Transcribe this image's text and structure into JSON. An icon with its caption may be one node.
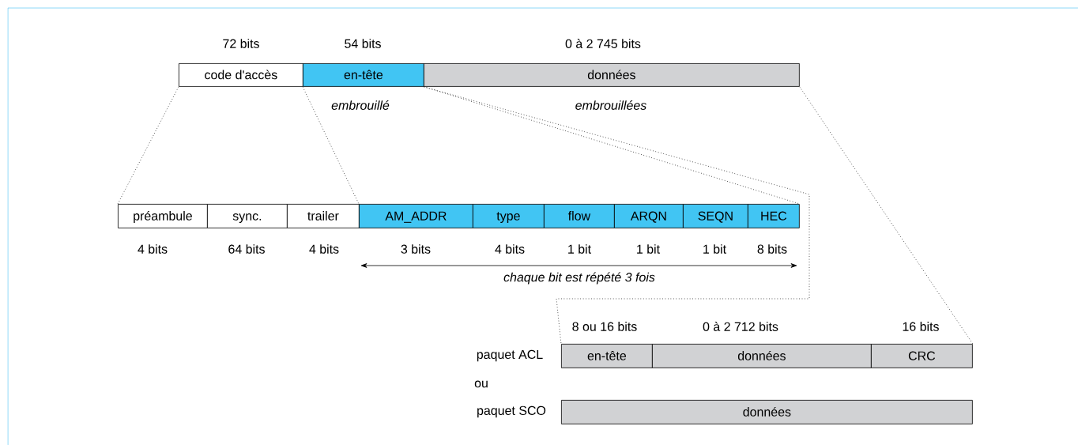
{
  "diagram": {
    "nodes": [
      {
        "text": [
          "code d'accès"
        ],
        "beside": [
          "72 bits"
        ]
      },
      {
        "text": [
          "en-tête"
        ],
        "beside": [
          "54 bits",
          "embrouillé"
        ]
      },
      {
        "text": [
          "données"
        ],
        "beside": [
          "0 à 2 745 bits",
          "embrouillées"
        ]
      },
      {
        "text": [
          "préambule"
        ],
        "beside": [
          "4 bits"
        ]
      },
      {
        "text": [
          "sync."
        ],
        "beside": [
          "64 bits"
        ]
      },
      {
        "text": [
          "trailer"
        ],
        "beside": [
          "4 bits"
        ]
      },
      {
        "text": [
          "AM_ADDR"
        ],
        "beside": [
          "3 bits"
        ]
      },
      {
        "text": [
          "type"
        ],
        "beside": [
          "4 bits"
        ]
      },
      {
        "text": [
          "flow"
        ],
        "beside": [
          "1 bit"
        ]
      },
      {
        "text": [
          "ARQN"
        ],
        "beside": [
          "1 bit"
        ]
      },
      {
        "text": [
          "SEQN"
        ],
        "beside": [
          "1 bit"
        ]
      },
      {
        "text": [
          "HEC"
        ],
        "beside": [
          "8 bits"
        ]
      },
      {
        "text": [
          "en-tête"
        ],
        "beside": [
          "8 ou 16 bits"
        ]
      },
      {
        "text": [
          "données"
        ],
        "beside": [
          "0 à 2 712 bits"
        ]
      },
      {
        "text": [
          "CRC"
        ],
        "beside": [
          "16 bits"
        ]
      },
      {
        "text": [
          "données"
        ]
      }
    ],
    "edges": [
      {
        "from": 0,
        "to": 3,
        "arrow": "none",
        "style": "dashed"
      },
      {
        "from": 1,
        "to": 6,
        "arrow": "none",
        "style": "dashed"
      },
      {
        "from": 1,
        "to": 11,
        "arrow": "none",
        "style": "dashed"
      },
      {
        "from": 2,
        "to": 12,
        "arrow": "none",
        "style": "dashed"
      },
      {
        "from": 2,
        "to": 14,
        "arrow": "none",
        "style": "dashed"
      }
    ],
    "labels": [
      "chaque bit est répété 3 fois",
      "paquet ACL",
      "ou",
      "paquet SCO"
    ]
  }
}
